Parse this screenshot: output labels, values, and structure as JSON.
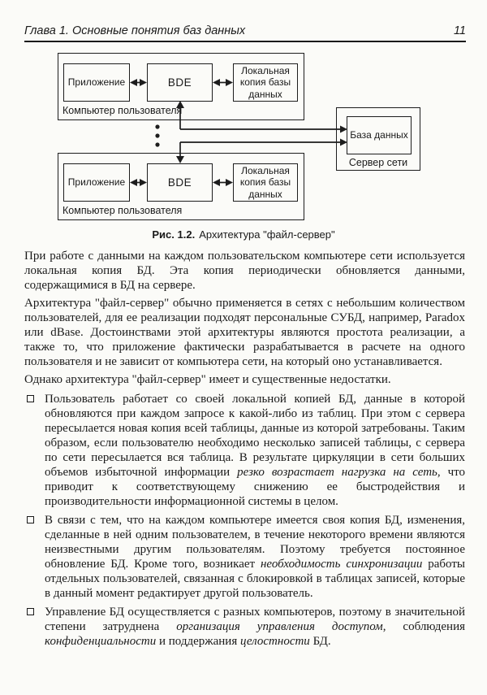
{
  "header": {
    "chapter": "Глава 1. Основные понятия баз данных",
    "page_number": "11"
  },
  "figure": {
    "caption_label": "Рис. 1.2.",
    "caption_text": "Архитектура \"файл-сервер\"",
    "computer1": {
      "app": "Приложение",
      "bde": "BDE",
      "local_copy": "Локальная копия базы данных",
      "label": "Компьютер пользователя"
    },
    "computer2": {
      "app": "Приложение",
      "bde": "BDE",
      "local_copy": "Локальная копия базы данных",
      "label": "Компьютер пользователя"
    },
    "server": {
      "db": "База данных",
      "label": "Сервер сети"
    }
  },
  "body": {
    "p1": "При работе с данными на каждом пользовательском компьютере сети используется локальная копия БД. Эта копия периодически обновляется данными, содержащимися в БД на сервере.",
    "p2": "Архитектура \"файл-сервер\" обычно применяется в сетях с небольшим количеством пользователей, для ее реализации подходят персональные СУБД, например, Paradox или dBase. Достоинствами этой архитектуры являются простота реализации, а также то, что приложение фактически разрабатывается в расчете на одного пользователя и не зависит от компьютера сети, на который оно устанавливается.",
    "p3": "Однако архитектура \"файл-сервер\" имеет и существенные недостатки.",
    "bullets": {
      "b1": {
        "t1": "Пользователь работает со своей локальной копией БД, данные в которой обновляются при каждом запросе к какой-либо из таблиц. При этом с сервера пересылается новая копия всей таблицы, данные из которой затребованы. Таким образом, если пользователю необходимо несколько записей таблицы, с сервера по сети пересылается вся таблица. В результате циркуляции в сети больших объемов избыточной информации ",
        "em": "резко возрастает нагрузка на сеть",
        "t2": ", что приводит к соответствующему снижению ее быстродействия и производительности информационной системы в целом."
      },
      "b2": {
        "t1": "В связи с тем, что на каждом компьютере имеется своя копия БД, изменения, сделанные в ней одним пользователем, в течение некоторого времени являются неизвестными другим пользователям. Поэтому требуется постоянное обновление БД. Кроме того, возникает ",
        "em": "необходимость синхронизации",
        "t2": " работы отдельных пользователей, связанная с блокировкой в таблицах записей, которые в данный момент редактирует другой пользователь."
      },
      "b3": {
        "t1": "Управление БД осуществляется с разных компьютеров, поэтому в значительной степени затруднена ",
        "em1": "организация управления доступом",
        "t2": ", соблюдения ",
        "em2": "конфиденциальности",
        "t3": " и поддержания ",
        "em3": "целостности",
        "t4": " БД."
      }
    }
  },
  "colors": {
    "ink": "#1a1a1a",
    "paper": "#fbfbf8"
  }
}
